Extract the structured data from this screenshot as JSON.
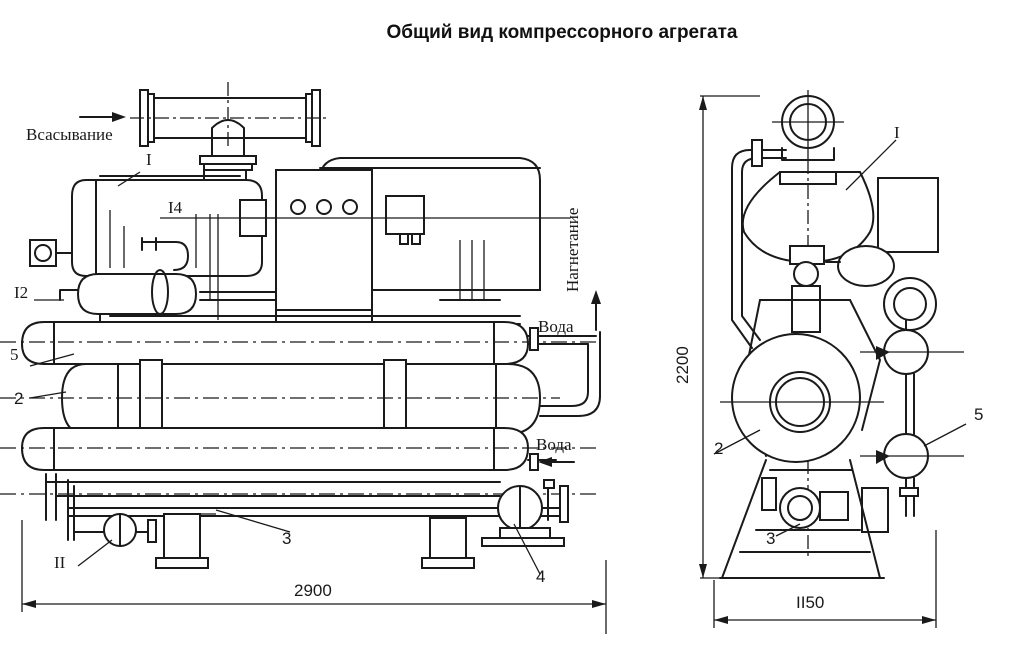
{
  "title": "Общий вид компрессорного агрегата",
  "labels": {
    "suction": "Всасывание",
    "discharge": "Нагнетание",
    "water_out": "Вода",
    "water_in": "Вода",
    "side_ref_1": "I",
    "side_ref_14": "I4",
    "side_ref_12": "I2",
    "side_ref_5": "5",
    "side_ref_2": "2",
    "side_ref_3": "3",
    "side_ref_11": "II",
    "side_ref_4": "4",
    "front_ref_1": "I",
    "front_ref_2": "2",
    "front_ref_3": "3",
    "front_ref_5": "5"
  },
  "dimensions": {
    "length": "2900",
    "width": "II50",
    "height": "2200"
  }
}
